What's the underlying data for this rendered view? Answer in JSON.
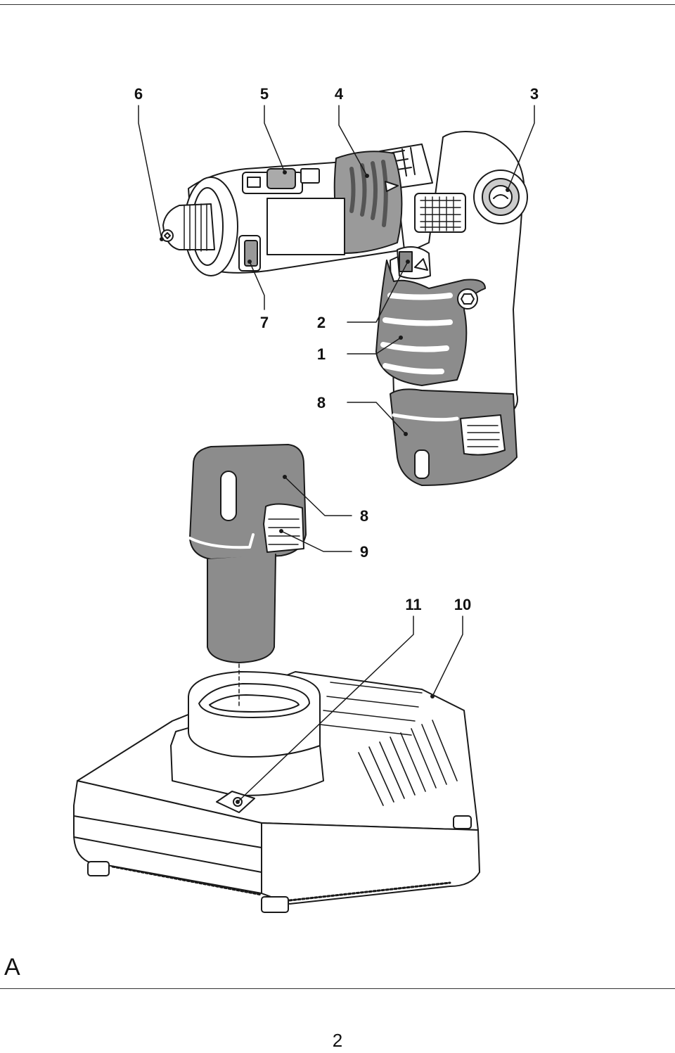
{
  "callouts": {
    "c6": "6",
    "c5": "5",
    "c4": "4",
    "c3": "3",
    "c7": "7",
    "c2": "2",
    "c1": "1",
    "c8a": "8",
    "c8b": "8",
    "c9": "9",
    "c11": "11",
    "c10": "10"
  },
  "figure_letter": "A",
  "page_number": "2"
}
